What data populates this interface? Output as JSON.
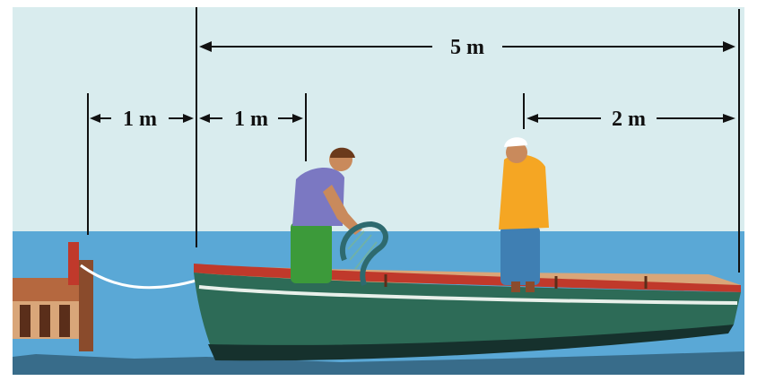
{
  "colors": {
    "sky": "#d9ecee",
    "water": "#5aa8d6",
    "water_dark": "#2f5d77",
    "hull_green": "#2d6b57",
    "hull_dark": "#16312d",
    "gunwale_red": "#c0392b",
    "deck_tan": "#d9a679",
    "dock_brown": "#8a4b2c",
    "post_red": "#c0392b",
    "rope": "#ffffff",
    "line": "#111111"
  },
  "dimensions": {
    "total": "5 m",
    "dock_gap": "1 m",
    "fisherman_offset": "1 m",
    "standing_offset": "2 m"
  },
  "scene": {
    "people": [
      "fisherman-with-net",
      "standing-man-yellow-jacket"
    ]
  }
}
